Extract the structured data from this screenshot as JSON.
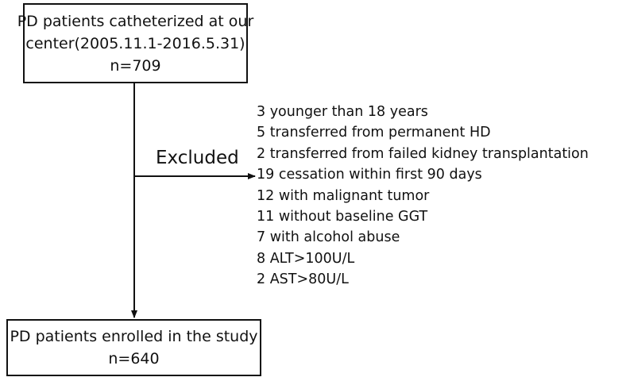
{
  "top_box": {
    "lines": [
      "PD patients catheterized at our",
      "center(2005.11.1-2016.5.31)",
      "n=709"
    ]
  },
  "excluded_label": "Excluded",
  "exclusions": [
    "3 younger than 18 years",
    "5 transferred from permanent HD",
    "2 transferred from failed kidney transplantation",
    "19 cessation within first 90 days",
    "12 with malignant tumor",
    "11 without baseline GGT",
    "7 with alcohol abuse",
    "8 ALT>100U/L",
    "2 AST>80U/L"
  ],
  "bottom_box": {
    "lines": [
      "PD patients enrolled in the study",
      "n=640"
    ]
  },
  "colors": {
    "line": "#111111",
    "text": "#111111",
    "background": "#ffffff"
  }
}
